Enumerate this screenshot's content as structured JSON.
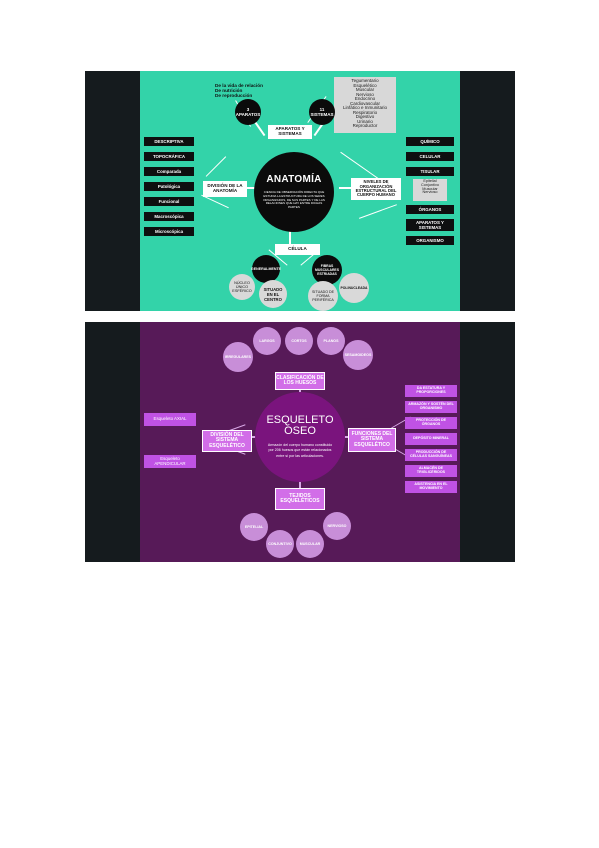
{
  "slide1": {
    "title": "ANATOMÍA",
    "definition": "CIENCIA DE OBSERVACIÓN DIRECTA QUE ESTUDIA LA ESTRUCTURA DE LOS SERES ORGANIZADOS, DE SUS PARTES Y DE LAS RELACIONES QUE HAY ENTRE DICHAS PARTES",
    "vida": [
      "De la vida de relación",
      "De nutrición",
      "De reproducción"
    ],
    "aparatos_circle": "3 APARATOS",
    "sistemas_circle": "11 SISTEMAS",
    "sistemas_list": [
      "Tegumentario",
      "Esquelético",
      "Muscular",
      "Nervioso",
      "Endocrino",
      "Cardiovascular",
      "Linfático e Inmunitario",
      "Respiratorio",
      "Digestivo",
      "Urinario",
      "Reproductor"
    ],
    "aparatos_box": "APARATOS Y SISTEMAS",
    "left_items": [
      "DESCRIPTIVA",
      "TOPOCRÁFICA",
      "Comparada",
      "Patológica",
      "Funcional",
      "Macroscópica",
      "Microscópica"
    ],
    "division_box": "DIVISIÓN DE LA ANATOMÍA",
    "niveles_box": "NIVELES DE ORGANIZACIÓN ESTRUCTURAL DEL CUERPO HUMANO",
    "right_items": [
      "QUÍMICO",
      "CELULAR",
      "TISULAR"
    ],
    "tissue_list": [
      "Epitelial",
      "Conjuntivo",
      "Muscular",
      "Nervioso"
    ],
    "right_items2": [
      "ÓRGANOS",
      "APARATOS Y SISTEMAS",
      "ORGANISMO"
    ],
    "celula_box": "CÉLULA",
    "generalmente": "GENERALMENTE",
    "fibras": "FIBRAS MUSCULARES ESTRIADAS",
    "nucleo": "NÚCLEO ÚNICO ESFÉRICO",
    "situado_centro": "SITUADO EN EL CENTRO",
    "situado_periferica": "SITUADO DE FORMA PERIFÉRICA",
    "polinucleada": "POLINUCLEADA"
  },
  "slide2": {
    "title": "ESQUELETO ÓSEO",
    "description": "Armazón del cuerpo humano constituido por 206 huesos que están relacionados entre sí por las articulaciones.",
    "top_circles": [
      "IRREGULARES",
      "LARGOS",
      "CORTOS",
      "PLANOS",
      "SESAMOIDEOS"
    ],
    "clasificacion": "CLASIFICACIÓN DE LOS HUESOS",
    "division": "DIVISIÓN DEL SISTEMA ESQUELÉTICO",
    "axial": "Esqueleto AXIAL",
    "apendicular": "Esqueleto APENDICULAR",
    "funciones": "FUNCIONES DEL SISTEMA ESQUELÉTICO",
    "funciones_list": [
      "DA ESTATURA Y PROPORCIONES",
      "ARMAZÓN Y SOSTÉN DEL ORGANISMO",
      "PROTECCIÓN DE ÓRGANOS",
      "DEPÓSITO MINERAL",
      "PRODUCCIÓN DE CÉLULAS SANGUÍNEAS",
      "ALMACÉN DE TRIGLICÉRIDOS",
      "ASISTENCIA EN EL MOVIMIENTO"
    ],
    "tejidos": "TEJIDOS ESQUELÉTICOS",
    "bottom_circles": [
      "EPITELIAL",
      "CONJUNTIVO",
      "MUSCULAR",
      "NERVIOSO"
    ]
  }
}
